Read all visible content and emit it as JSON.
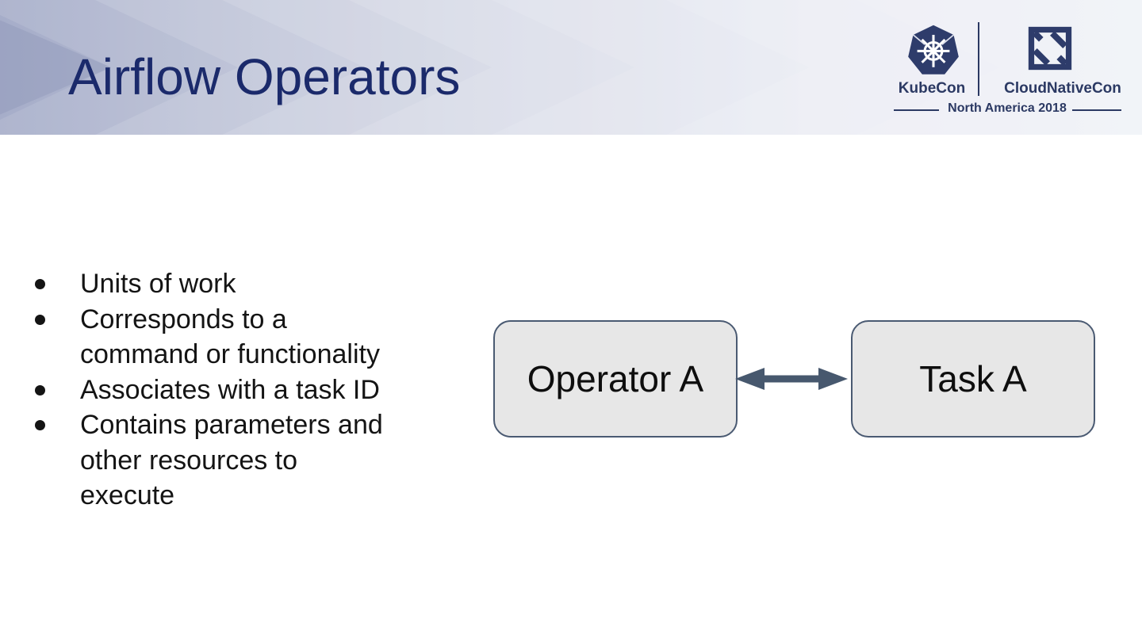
{
  "header": {
    "title": "Airflow Operators",
    "event": {
      "kubecon": "KubeCon",
      "cloudnativecon": "CloudNativeCon",
      "location": "North America 2018"
    },
    "colors": {
      "title_navy": "#1b2a6b",
      "logo_navy": "#2b3963",
      "band_left": "#a6adc9",
      "band_right": "#e6e9f4"
    }
  },
  "bullets": [
    "Units of work",
    "Corresponds to a\ncommand or functionality",
    "Associates with a task ID",
    "Contains parameters and\nother resources to\nexecute"
  ],
  "diagram": {
    "operator_label": "Operator A",
    "task_label": "Task A",
    "arrow_direction": "bidirectional",
    "box_fill": "#e7e7e7",
    "box_border": "#4a5a72",
    "arrow_color": "#47586e"
  }
}
